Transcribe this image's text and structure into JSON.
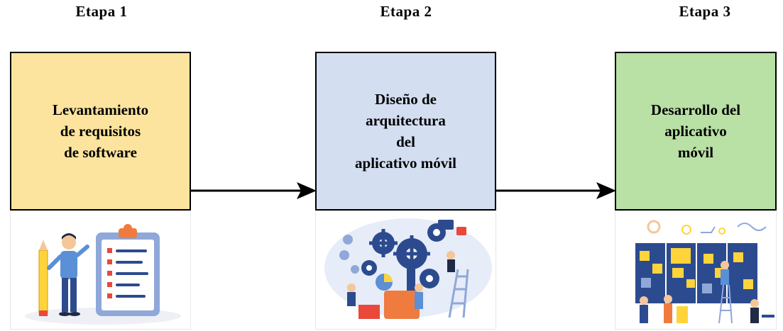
{
  "stages": [
    {
      "title": "Etapa 1",
      "lines": [
        "Levantamiento",
        "de requisitos",
        "de software"
      ],
      "fill": "#fde49e",
      "illustration": "clipboard-checklist-illustration"
    },
    {
      "title": "Etapa 2",
      "lines": [
        "Diseño de",
        "arquitectura",
        "del",
        "aplicativo móvil"
      ],
      "fill": "#d3def0",
      "illustration": "gears-architecture-illustration"
    },
    {
      "title": "Etapa 3",
      "lines": [
        "Desarrollo del",
        "aplicativo",
        "móvil"
      ],
      "fill": "#b9e0a5",
      "illustration": "kanban-board-illustration"
    }
  ],
  "colors": {
    "stroke": "#000000",
    "illustration_blue": "#2c4b8f",
    "illustration_accent": "#f07b3f",
    "illustration_yellow": "#ffd43b"
  }
}
